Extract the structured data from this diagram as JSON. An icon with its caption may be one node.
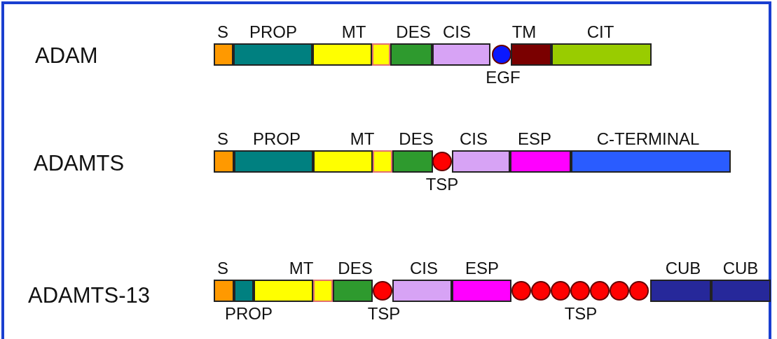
{
  "diagram": {
    "nodes": [
      {
        "text": [
          "S"
        ]
      },
      {
        "text": [
          "PROP"
        ]
      },
      {
        "text": [
          "MT"
        ]
      },
      {
        "text": [],
        "shape": "bar"
      },
      {
        "text": [
          "DES"
        ]
      },
      {
        "text": [
          "CIS"
        ]
      },
      {
        "text": [
          "EGF"
        ]
      },
      {
        "text": [
          "TM"
        ]
      },
      {
        "text": [
          "CIT"
        ]
      },
      {
        "text": [
          "S"
        ]
      },
      {
        "text": [
          "PROP"
        ]
      },
      {
        "text": [
          "MT"
        ]
      },
      {
        "text": [],
        "shape": "bar"
      },
      {
        "text": [
          "DES"
        ]
      },
      {
        "text": [
          "TSP"
        ]
      },
      {
        "text": [
          "CIS"
        ]
      },
      {
        "text": [
          "ESP"
        ]
      },
      {
        "text": [
          "C-TERMINAL"
        ]
      },
      {
        "text": [
          "S"
        ]
      },
      {
        "text": [
          "PROP"
        ]
      },
      {
        "text": [
          "MT"
        ]
      },
      {
        "text": [],
        "shape": "bar"
      },
      {
        "text": [
          "DES"
        ]
      },
      {
        "text": [
          "TSP"
        ]
      },
      {
        "text": [
          "CIS"
        ]
      },
      {
        "text": [
          "ESP"
        ]
      },
      {
        "text": [],
        "shape": "circle"
      },
      {
        "text": [],
        "shape": "circle"
      },
      {
        "text": [],
        "shape": "circle"
      },
      {
        "text": [
          "TSP"
        ]
      },
      {
        "text": [],
        "shape": "circle"
      },
      {
        "text": [],
        "shape": "circle"
      },
      {
        "text": [],
        "shape": "circle"
      },
      {
        "text": [
          "CUB"
        ]
      },
      {
        "text": [
          "CUB"
        ]
      }
    ],
    "labels": [
      "ADAM",
      "ADAMTS",
      "ADAMTS-13"
    ]
  }
}
